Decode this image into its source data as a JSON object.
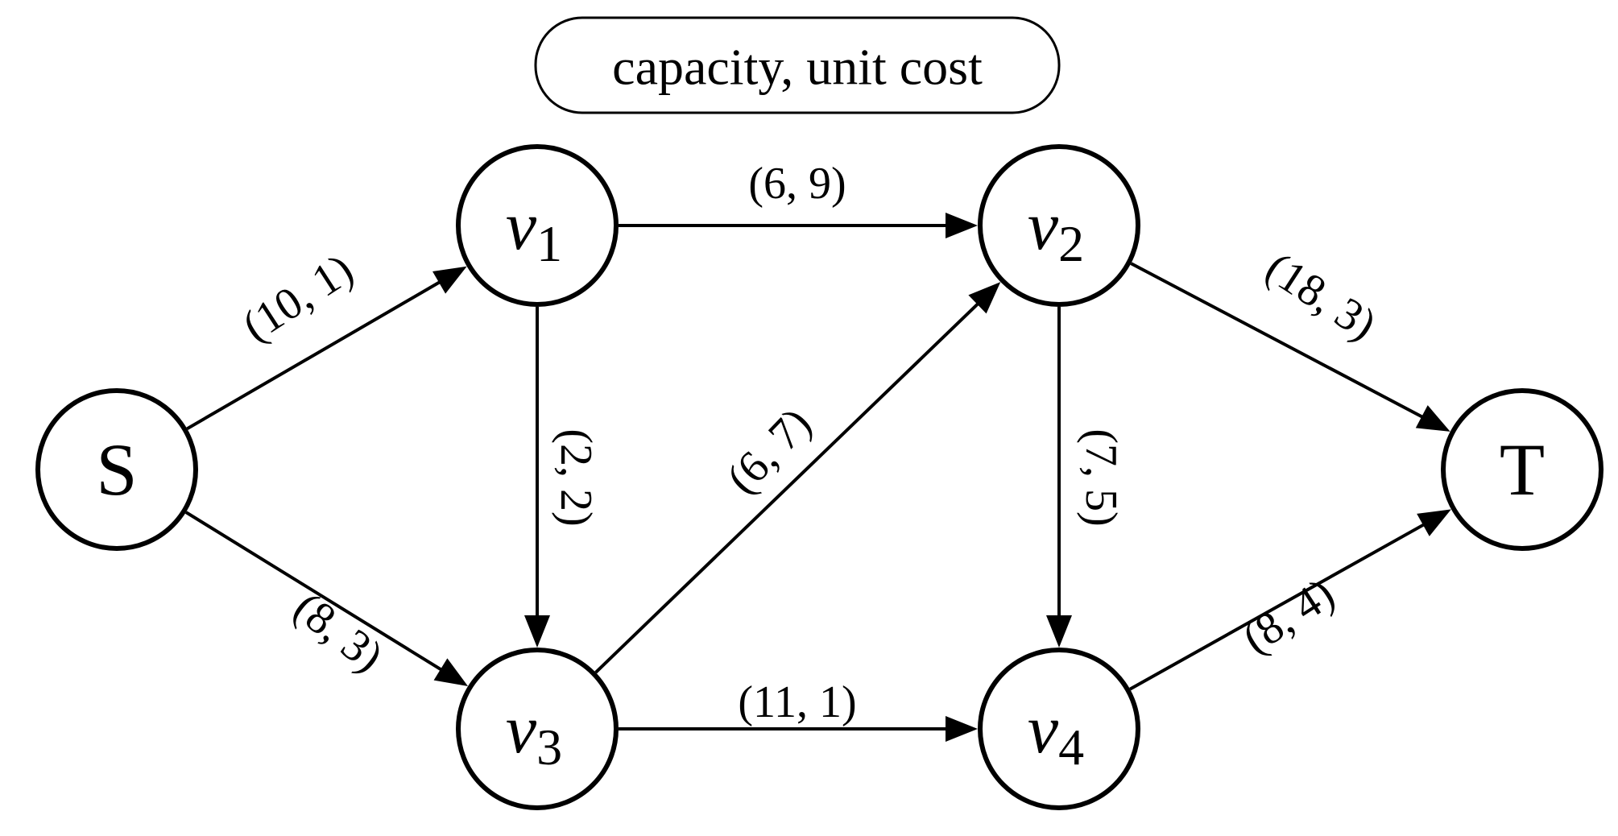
{
  "legend": {
    "text": "capacity, unit cost"
  },
  "nodes": [
    {
      "id": "S",
      "label": "S"
    },
    {
      "id": "v1",
      "label": "v",
      "subscript": "1"
    },
    {
      "id": "v2",
      "label": "v",
      "subscript": "2"
    },
    {
      "id": "v3",
      "label": "v",
      "subscript": "3"
    },
    {
      "id": "v4",
      "label": "v",
      "subscript": "4"
    },
    {
      "id": "T",
      "label": "T"
    }
  ],
  "edges": [
    {
      "from": "S",
      "to": "v1",
      "label": "(10, 1)"
    },
    {
      "from": "S",
      "to": "v3",
      "label": "(8, 3)"
    },
    {
      "from": "v1",
      "to": "v2",
      "label": "(6, 9)"
    },
    {
      "from": "v1",
      "to": "v3",
      "label": "(2, 2)"
    },
    {
      "from": "v3",
      "to": "v2",
      "label": "(6, 7)"
    },
    {
      "from": "v3",
      "to": "v4",
      "label": "(11, 1)"
    },
    {
      "from": "v2",
      "to": "v4",
      "label": "(7, 5)"
    },
    {
      "from": "v2",
      "to": "T",
      "label": "(18, 3)"
    },
    {
      "from": "v4",
      "to": "T",
      "label": "(8, 4)"
    }
  ]
}
